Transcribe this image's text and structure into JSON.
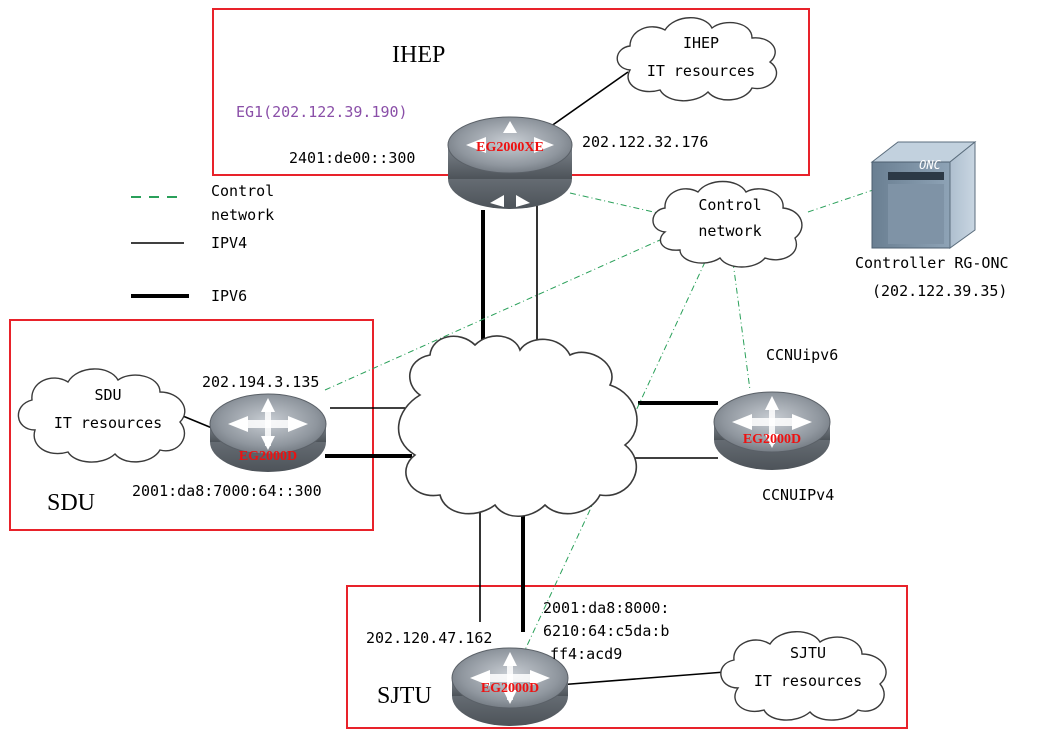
{
  "sites": {
    "ihep": {
      "name": "IHEP",
      "resources": [
        "IHEP",
        "IT resources"
      ],
      "eg_label": "EG1(202.122.39.190)",
      "ipv6": "2401:de00::300",
      "ipv4": "202.122.32.176",
      "router_model": "EG2000XE"
    },
    "sdu": {
      "name": "SDU",
      "resources": [
        "SDU",
        "IT resources"
      ],
      "ipv4": "202.194.3.135",
      "ipv6": "2001:da8:7000:64::300",
      "router_model": "EG2000D"
    },
    "sjtu": {
      "name": "SJTU",
      "resources": [
        "SJTU",
        "IT resources"
      ],
      "ipv4": "202.120.47.162",
      "ipv6": [
        "2001:da8:8000:",
        "6210:64:c5da:b",
        "ff4:acd9"
      ],
      "router_model": "EG2000D"
    },
    "ccnu": {
      "ipv6_label": "CCNUipv6",
      "ipv4_label": "CCNUIPv4",
      "router_model": "EG2000D"
    }
  },
  "control_network": [
    "Control",
    "network"
  ],
  "controller": {
    "brand": "ONC",
    "name": "Controller RG-ONC",
    "ip": "(202.122.39.35)"
  },
  "legend": {
    "control": [
      "Control",
      "network"
    ],
    "ipv4": "IPV4",
    "ipv6": "IPV6"
  },
  "colors": {
    "site_box": "#e8222a",
    "control_line": "#2aa05a",
    "router_label": "#ee1111",
    "eg_label": "#8a4fa8",
    "cloud_stroke": "#3a3a3a"
  }
}
